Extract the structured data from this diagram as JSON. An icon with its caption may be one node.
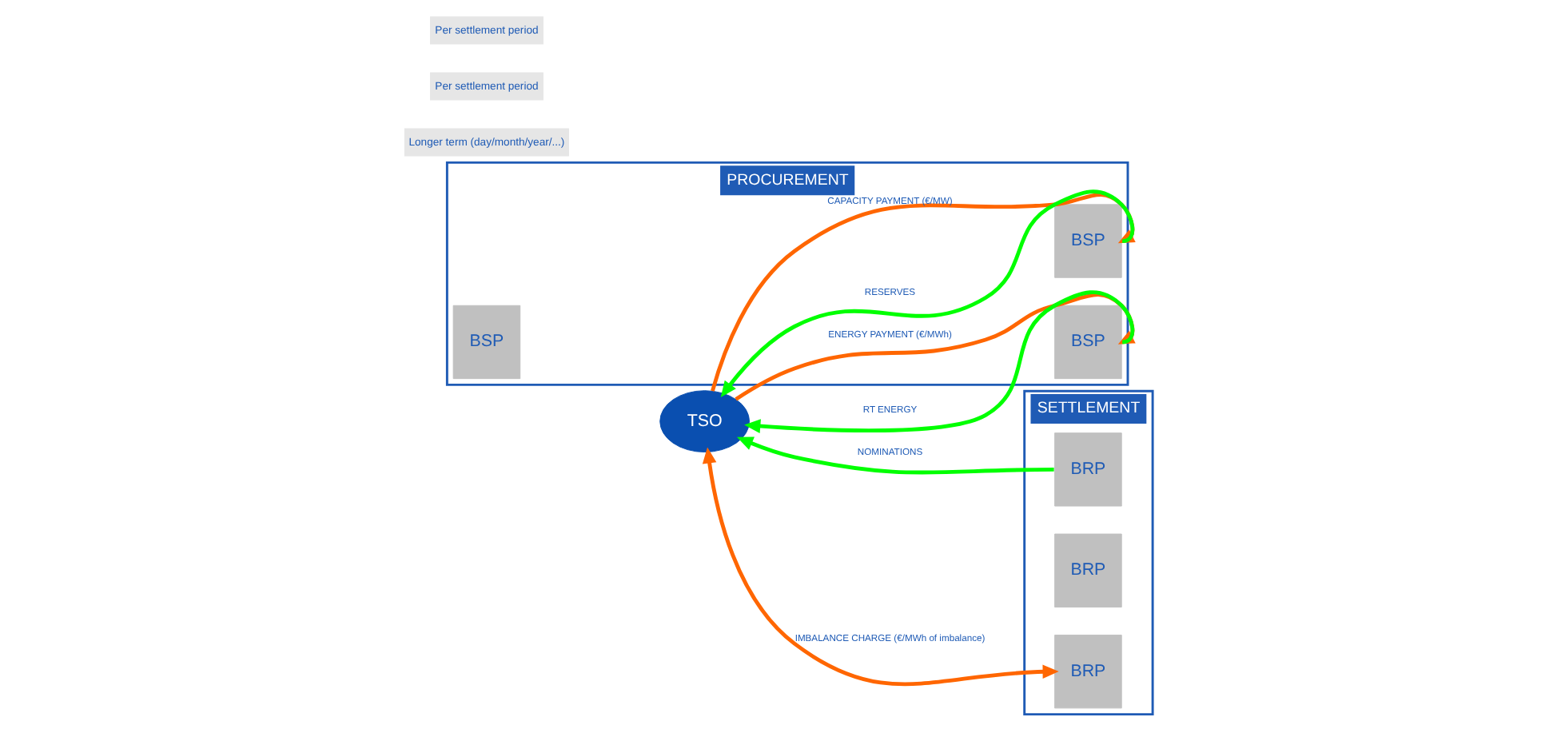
{
  "diagram": {
    "nodes": [
      {
        "text": [
          "PROCUREMENT"
        ]
      },
      {
        "text": [
          "SETTLEMENT"
        ]
      },
      {
        "text": [
          "BSP"
        ],
        "in": 0
      },
      {
        "text": [
          "BSP"
        ],
        "in": 0
      },
      {
        "text": [
          "BSP"
        ],
        "in": 0
      },
      {
        "text": [
          "TSO"
        ]
      },
      {
        "text": [
          "BRP"
        ],
        "in": 1
      },
      {
        "text": [
          "BRP"
        ],
        "in": 1
      },
      {
        "text": [
          "BRP"
        ],
        "in": 1
      }
    ],
    "edges": [
      {
        "from": 5,
        "to": 2,
        "arrow": "to",
        "label": "CAPACITY PAYMENT (€/MW)",
        "color": "#ff6600"
      },
      {
        "from": 2,
        "to": 5,
        "arrow": "to",
        "label": "RESERVES",
        "color": "#00ff00"
      },
      {
        "from": 4,
        "to": 5,
        "arrow": "to",
        "label": "RT ENERGY",
        "color": "#00ff00"
      },
      {
        "from": 5,
        "to": 4,
        "arrow": "to",
        "label": "ENERGY PAYMENT (€/MWh)",
        "color": "#ff6600"
      },
      {
        "from": 6,
        "to": 5,
        "arrow": "to",
        "label": "NOMINATIONS",
        "color": "#00ff00"
      },
      {
        "from": 5,
        "to": 8,
        "arrow": "both",
        "label": "IMBALANCE CHARGE (€/MWh of imbalance)",
        "color": "#ff6600"
      }
    ],
    "labels": [
      "Longer term (day/month/year/...)",
      "Per settlement period",
      "Per settlement period"
    ]
  }
}
